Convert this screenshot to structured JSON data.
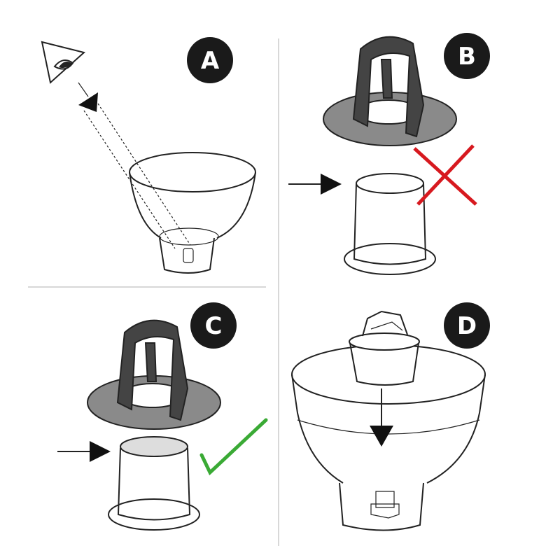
{
  "panels": [
    {
      "label": "A"
    },
    {
      "label": "B"
    },
    {
      "label": "C"
    },
    {
      "label": "D"
    }
  ],
  "colors": {
    "badge": "#1a1a1a",
    "cross": "#d7191f",
    "check": "#3aaa35",
    "divider": "#cccccc"
  }
}
